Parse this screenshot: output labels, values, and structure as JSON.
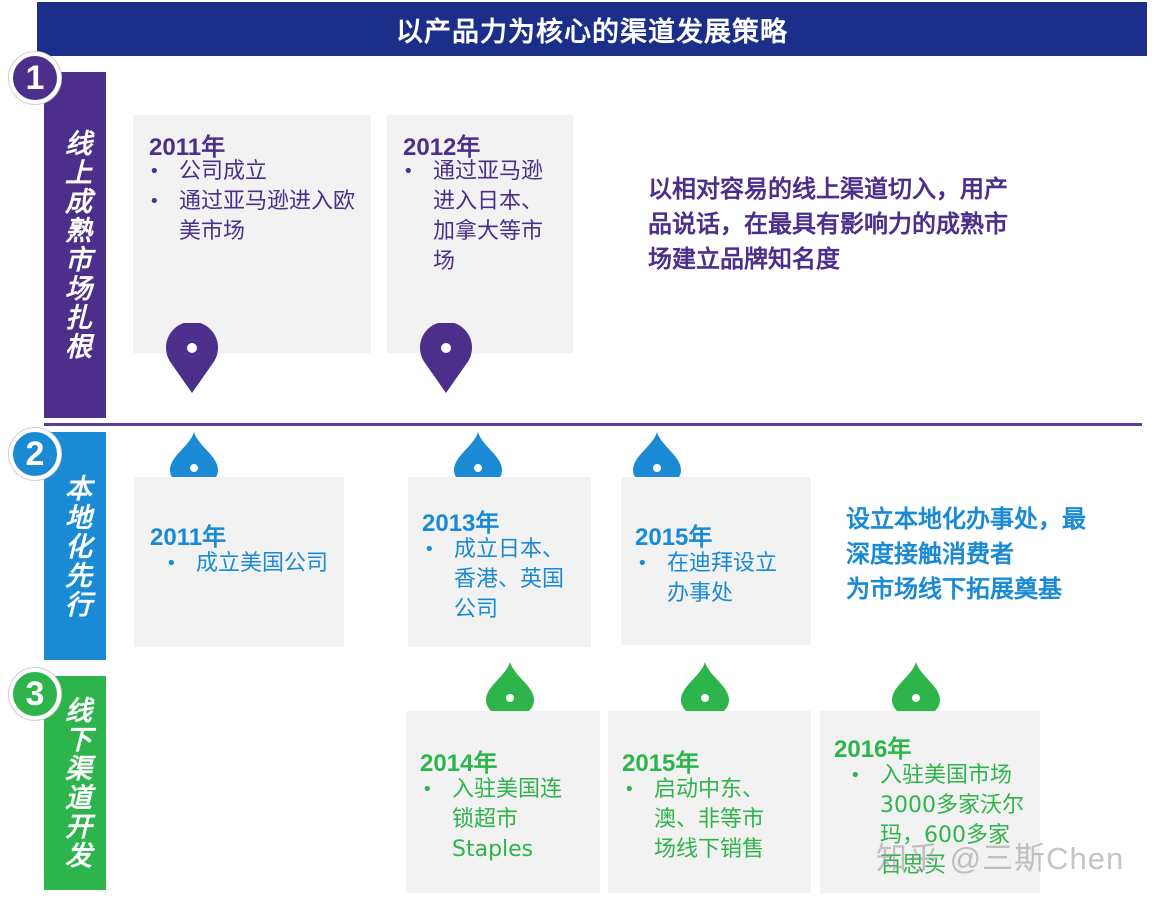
{
  "title": "以产品力为核心的渠道发展策略",
  "colors": {
    "title_bg": "#1b2f8a",
    "stage1": "#4b2f8a",
    "stage2": "#1a8ad4",
    "stage3": "#2db44a",
    "card_bg": "#f2f2f2"
  },
  "stages": [
    {
      "number": "1",
      "label": "线上成熟市场扎根",
      "summary": [
        "以相对容易的线上渠道切入，用产",
        "品说话，在最具有影响力的成熟市",
        "场建立品牌知名度"
      ],
      "cards": [
        {
          "year": "2011年",
          "items": [
            "公司成立",
            "通过亚马逊进入欧美市场"
          ]
        },
        {
          "year": "2012年",
          "items": [
            "通过亚马逊进入日本、加拿大等市场"
          ]
        }
      ]
    },
    {
      "number": "2",
      "label": "本地化先行",
      "summary": [
        "设立本地化办事处，最",
        "深度接触消费者",
        "为市场线下拓展奠基"
      ],
      "cards": [
        {
          "year": "2011年",
          "items": [
            "成立美国公司"
          ]
        },
        {
          "year": "2013年",
          "items": [
            "成立日本、香港、英国公司"
          ]
        },
        {
          "year": "2015年",
          "items": [
            "在迪拜设立办事处"
          ]
        }
      ]
    },
    {
      "number": "3",
      "label": "线下渠道开发",
      "cards": [
        {
          "year": "2014年",
          "items": [
            "入驻美国连锁超市Staples"
          ]
        },
        {
          "year": "2015年",
          "items": [
            "启动中东、澳、非等市场线下销售"
          ]
        },
        {
          "year": "2016年",
          "items": [
            "入驻美国市场3000多家沃尔玛，600多家百思买"
          ]
        }
      ]
    }
  ],
  "watermark": "知乎 @三斯Chen"
}
